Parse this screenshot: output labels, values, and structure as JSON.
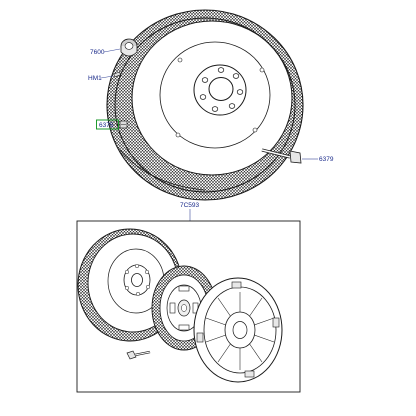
{
  "diagram": {
    "callouts": {
      "pilot_bearing": "7600",
      "dowel": "HM1",
      "plug": "6375",
      "flywheel_bolt": "6379",
      "clutch_kit": "7C593"
    },
    "highlight_color": "#1e9a2e",
    "callout_color": "#1a2a8a",
    "line_color": "#1a1a1a"
  }
}
